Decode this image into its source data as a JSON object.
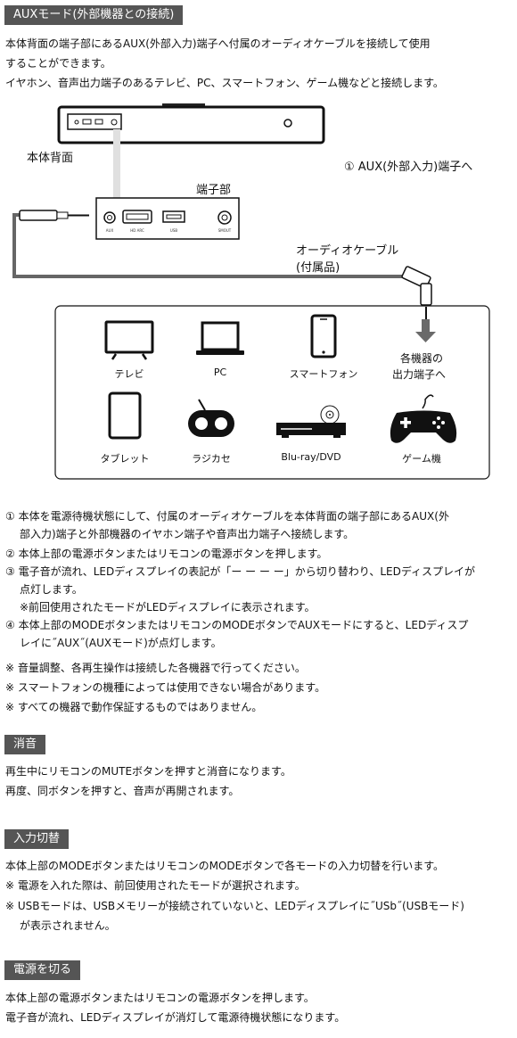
{
  "sections": {
    "aux": {
      "title": "AUXモード(外部機器との接続)",
      "intro": [
        "本体背面の端子部にあるAUX(外部入力)端子へ付属のオーディオケーブルを接続して使用",
        "することができます。",
        "イヤホン、音声出力端子のあるテレビ、PC、スマートフォン、ゲーム機などと接続します。"
      ]
    },
    "mute": {
      "title": "消音",
      "lines": [
        "再生中にリモコンのMUTEボタンを押すと消音になります。",
        "再度、同ボタンを押すと、音声が再開されます。"
      ]
    },
    "input": {
      "title": "入力切替",
      "lines": [
        "本体上部のMODEボタンまたはリモコンのMODEボタンで各モードの入力切替を行います。",
        "※ 電源を入れた際は、前回使用されたモードが選択されます。",
        "※ USBモードは、USBメモリーが接続されていないと、LEDディスプレイに˝USb˝(USBモード)",
        "が表示されません。"
      ]
    },
    "power": {
      "title": "電源を切る",
      "lines": [
        "本体上部の電源ボタンまたはリモコンの電源ボタンを押します。",
        "電子音が流れ、LEDディスプレイが消灯して電源待機状態になります。"
      ]
    }
  },
  "diagram": {
    "rear_label": "本体背面",
    "aux_callout": "① AUX(外部入力)端子へ",
    "terminal_label": "端子部",
    "ports": [
      "AUX",
      "HD ARC",
      "USB",
      "SMOUT"
    ],
    "cable_label_1": "オーディオケーブル",
    "cable_label_2": "(付属品)",
    "output_label_1": "各機器の",
    "output_label_2": "出力端子へ",
    "devices": [
      "テレビ",
      "PC",
      "スマートフォン",
      "タブレット",
      "ラジカセ",
      "Blu-ray/DVD",
      "ゲーム機"
    ]
  },
  "steps": [
    "① 本体を電源待機状態にして、付属のオーディオケーブルを本体背面の端子部にあるAUX(外",
    "部入力)端子と外部機器のイヤホン端子や音声出力端子へ接続します。",
    "② 本体上部の電源ボタンまたはリモコンの電源ボタンを押します。",
    "③ 電子音が流れ、LEDディスプレイの表記が「ー ー ー ー」から切り替わり、LEDディスプレイが",
    "点灯します。",
    "※前回使用されたモードがLEDディスプレイに表示されます。",
    "④ 本体上部のMODEボタンまたはリモコンのMODEボタンでAUXモードにすると、LEDディスプ",
    "レイに˝AUX˝(AUXモード)が点灯します。"
  ],
  "notes": [
    "※ 音量調整、各再生操作は接続した各機器で行ってください。",
    "※ スマートフォンの機種によっては使用できない場合があります。",
    "※ すべての機器で動作保証するものではありません。"
  ]
}
